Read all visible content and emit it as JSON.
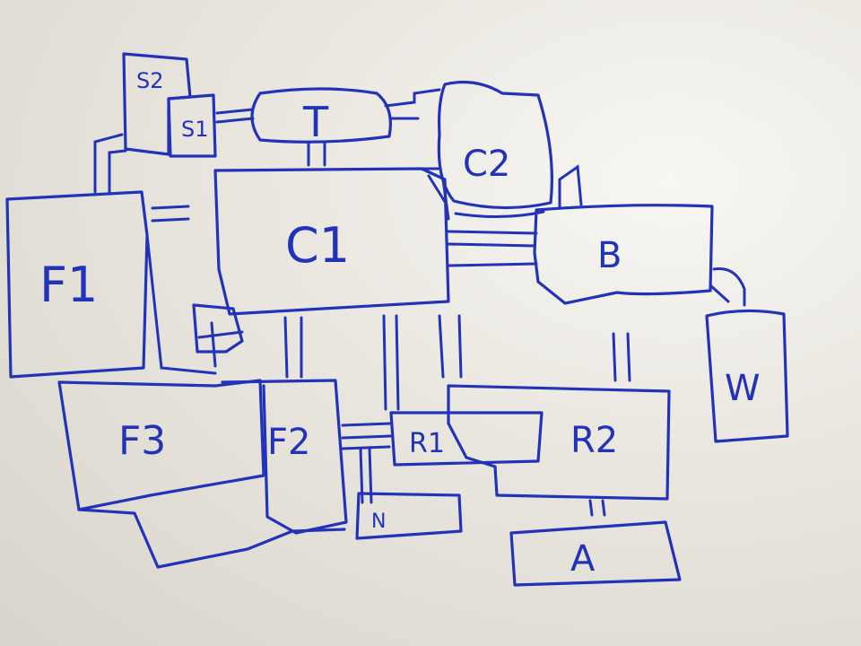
{
  "sketch": {
    "rooms": {
      "s2": "S2",
      "s1": "S1",
      "t": "T",
      "c2": "C2",
      "c1": "C1",
      "b": "B",
      "f1": "F1",
      "w": "W",
      "f3": "F3",
      "f2": "F2",
      "r1": "R1",
      "r2": "R2",
      "n": "N",
      "a": "A"
    }
  }
}
